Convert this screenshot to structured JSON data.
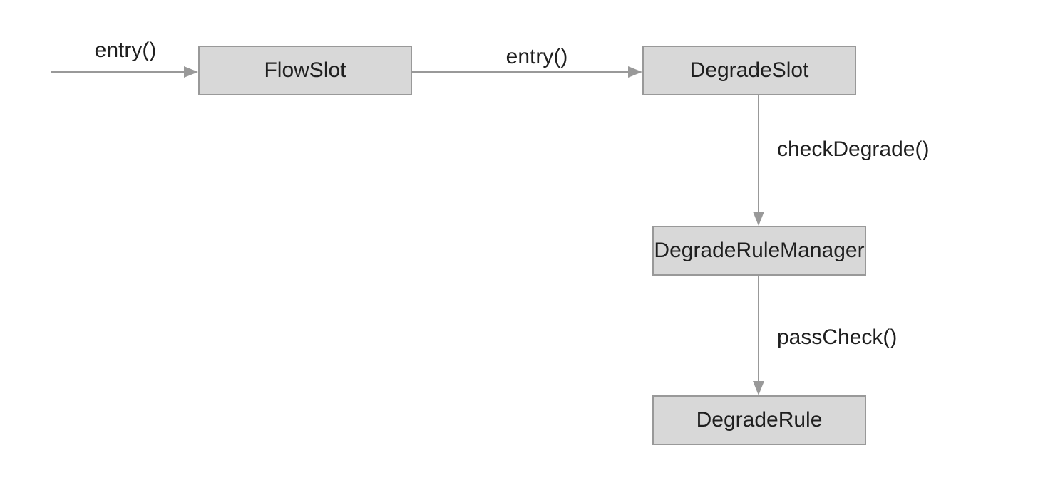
{
  "diagram": {
    "type": "flow-diagram",
    "nodes": [
      {
        "id": "flowslot",
        "label": "FlowSlot"
      },
      {
        "id": "degradeslot",
        "label": "DegradeSlot"
      },
      {
        "id": "degraderulemanager",
        "label": "DegradeRuleManager"
      },
      {
        "id": "degraderule",
        "label": "DegradeRule"
      }
    ],
    "edges": [
      {
        "from": "start",
        "to": "flowslot",
        "label": "entry()",
        "direction": "right"
      },
      {
        "from": "flowslot",
        "to": "degradeslot",
        "label": "entry()",
        "direction": "right"
      },
      {
        "from": "degradeslot",
        "to": "degraderulemanager",
        "label": "checkDegrade()",
        "direction": "down"
      },
      {
        "from": "degraderulemanager",
        "to": "degraderule",
        "label": "passCheck()",
        "direction": "down"
      }
    ],
    "colors": {
      "background": "#ffffff",
      "node_fill": "#d8d8d8",
      "node_border": "#999999",
      "arrow": "#999999",
      "text": "#1f1f1f"
    }
  }
}
